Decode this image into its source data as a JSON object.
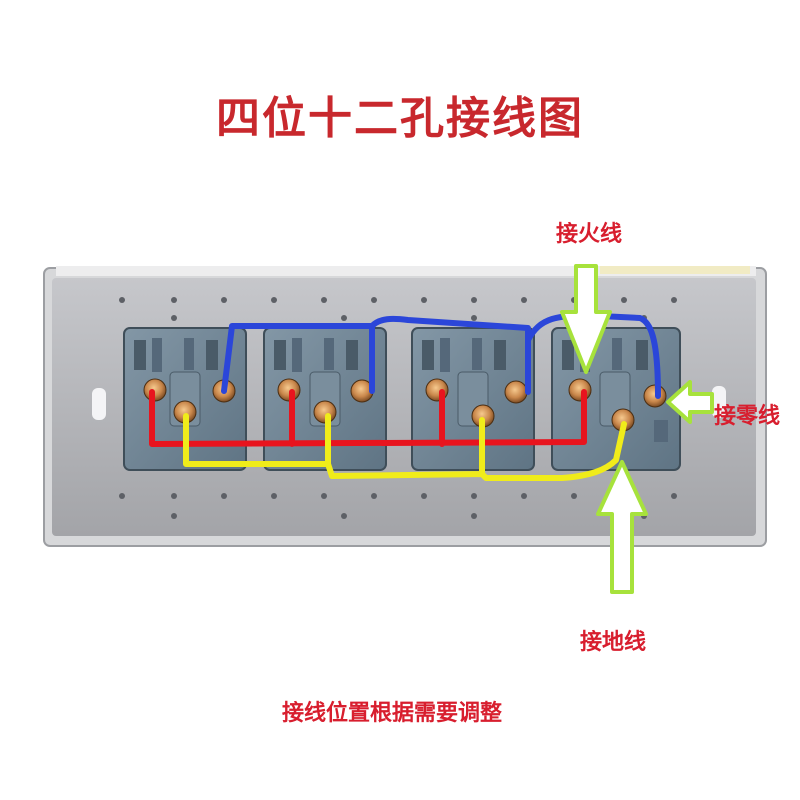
{
  "title": "四位十二孔接线图",
  "labels": {
    "live": "接火线",
    "neutral": "接零线",
    "ground": "接地线"
  },
  "note": "接线位置根据需要调整",
  "colors": {
    "title": "#c8282d",
    "label": "#d81e2e",
    "live_wire": "#e8141e",
    "neutral_wire": "#2b46d9",
    "ground_wire": "#f0ec1a",
    "arrow": "#a7e23c",
    "plate": "#a9aaae",
    "socket_module": "#6f8596"
  }
}
